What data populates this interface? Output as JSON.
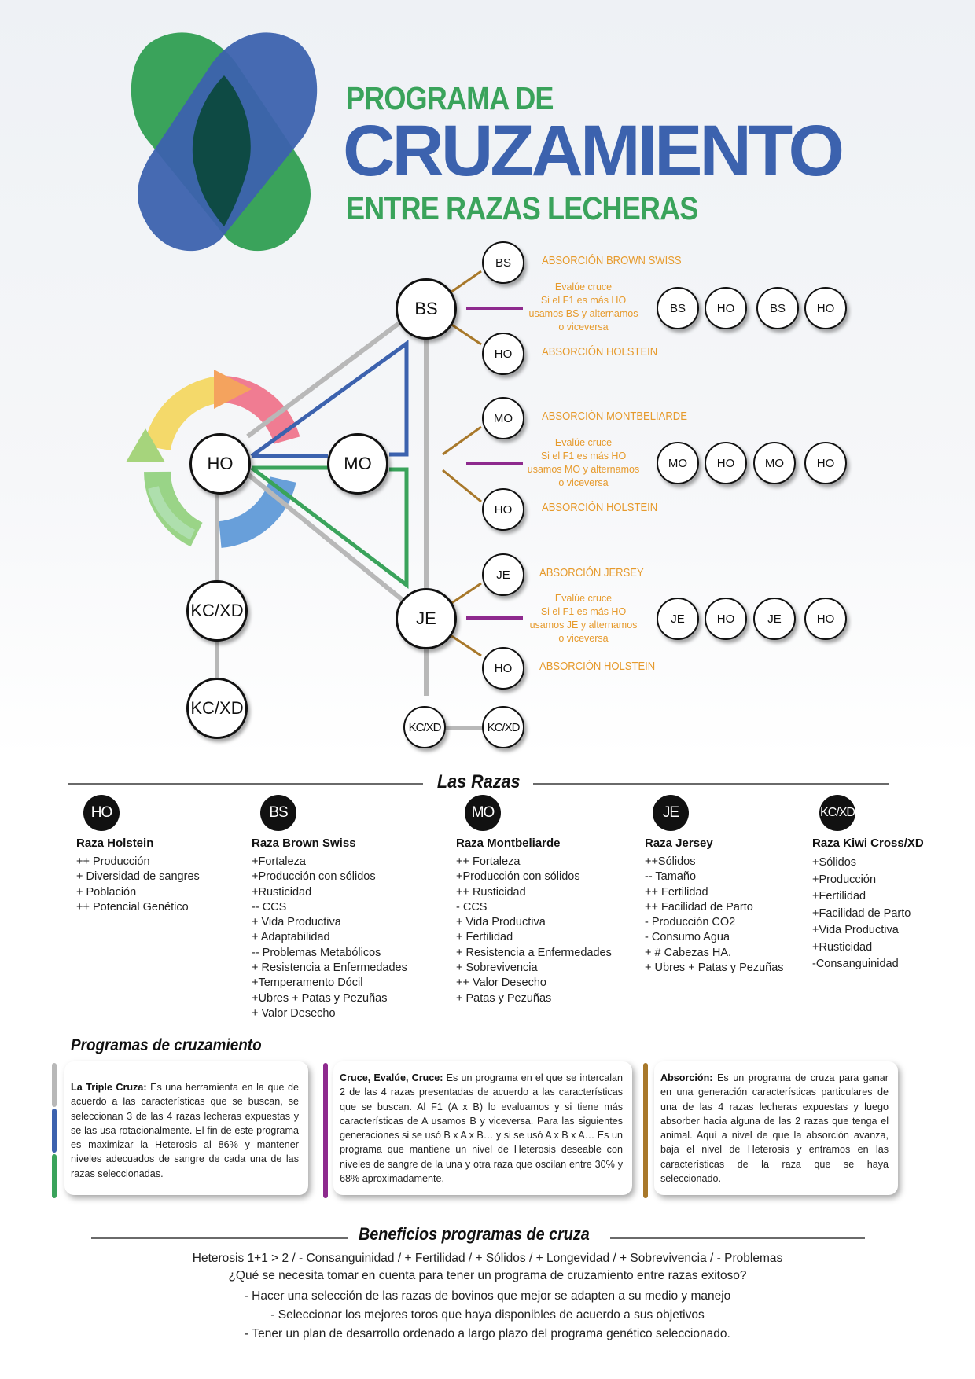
{
  "header": {
    "line1": "PROGRAMA DE",
    "line2": "CRUZAMIENTO",
    "line3": "ENTRE RAZAS LECHERAS"
  },
  "colors": {
    "green": "#3aa35b",
    "blue": "#3c62ae",
    "dark_teal": "#0e4a44",
    "purple": "#8e2a8e",
    "orange": "#e69a2c",
    "brown": "#a8782a",
    "gray": "#b8b8b8"
  },
  "diagram": {
    "center": {
      "ho": "HO",
      "mo": "MO",
      "bs": "BS",
      "je": "JE",
      "kc1": "KC/XD",
      "kc2": "KC/XD",
      "kc3": "KC/XD",
      "kc4": "KC/XD"
    },
    "rows": [
      {
        "key": "bs",
        "top_node": "BS",
        "top_label": "ABSORCIÓN BROWN SWISS",
        "bottom_node": "HO",
        "bottom_label": "ABSORCIÓN HOLSTEIN",
        "note": [
          "Evalúe cruce",
          "Si el F1 es más HO",
          "usamos BS y alternamos",
          "o viceversa"
        ],
        "sequence": [
          "BS",
          "HO",
          "BS",
          "HO"
        ]
      },
      {
        "key": "mo",
        "top_node": "MO",
        "top_label": "ABSORCIÓN MONTBELIARDE",
        "bottom_node": "HO",
        "bottom_label": "ABSORCIÓN HOLSTEIN",
        "note": [
          "Evalúe cruce",
          "Si el F1 es más HO",
          "usamos MO y alternamos",
          "o viceversa"
        ],
        "sequence": [
          "MO",
          "HO",
          "MO",
          "HO"
        ]
      },
      {
        "key": "je",
        "top_node": "JE",
        "top_label": "ABSORCIÓN JERSEY",
        "bottom_node": "HO",
        "bottom_label": "ABSORCIÓN HOLSTEIN",
        "note": [
          "Evalúe cruce",
          "Si el F1 es más HO",
          "usamos JE y alternamos",
          "o viceversa"
        ],
        "sequence": [
          "JE",
          "HO",
          "JE",
          "HO"
        ]
      }
    ]
  },
  "razas": {
    "title": "Las Razas",
    "breeds": [
      {
        "code": "HO",
        "name": "Raza Holstein",
        "traits": [
          "++ Producción",
          "+ Diversidad de sangres",
          "+ Población",
          "++ Potencial Genético"
        ]
      },
      {
        "code": "BS",
        "name": "Raza Brown Swiss",
        "traits": [
          "+Fortaleza",
          "+Producción con sólidos",
          "+Rusticidad",
          "-- CCS",
          "+ Vida Productiva",
          "+ Adaptabilidad",
          "-- Problemas Metabólicos",
          "+ Resistencia a Enfermedades",
          "+Temperamento Dócil",
          "+Ubres + Patas y Pezuñas",
          "+ Valor Desecho"
        ]
      },
      {
        "code": "MO",
        "name": "Raza Montbeliarde",
        "traits": [
          "++ Fortaleza",
          "+Producción con sólidos",
          "++ Rusticidad",
          "- CCS",
          "+ Vida Productiva",
          "+ Fertilidad",
          "+ Resistencia a Enfermedades",
          "+ Sobrevivencia",
          "++ Valor Desecho",
          "+ Patas y Pezuñas"
        ]
      },
      {
        "code": "JE",
        "name": "Raza Jersey",
        "traits": [
          "++Sólidos",
          "-- Tamaño",
          "++ Fertilidad",
          "++ Facilidad de Parto",
          "- Producción CO2",
          "- Consumo Agua",
          "+ # Cabezas HA.",
          "+ Ubres + Patas y Pezuñas"
        ]
      },
      {
        "code": "KC/XD",
        "name": "Raza Kiwi Cross/XD",
        "traits": [
          "+Sólidos",
          "+Producción",
          "+Fertilidad",
          "+Facilidad de Parto",
          "+Vida Productiva",
          "+Rusticidad",
          "-Consanguinidad"
        ]
      }
    ]
  },
  "programas": {
    "title": "Programas de cruzamiento",
    "cards": [
      {
        "term": "La Triple Cruza:",
        "text": "Es una herramienta en la que de acuerdo a las características que se buscan, se seleccionan 3 de las 4 razas lecheras expuestas y se las usa rotacionalmente. El fin de este programa es maximizar la Heterosis al 86% y mantener niveles adecuados de sangre de cada una de las razas seleccionadas."
      },
      {
        "term": "Cruce, Evalúe, Cruce:",
        "text": "Es un programa en el que se intercalan 2 de las 4 razas presentadas de acuerdo a las características que se buscan. Al F1 (A x B) lo evaluamos y si tiene más características de A usamos B y viceversa. Para las siguientes generaciones si se usó B x A x B… y si se usó A x B x A… Es un programa que mantiene un nivel de Heterosis deseable con niveles de sangre de la una y otra raza que oscilan entre 30% y 68% aproximadamente."
      },
      {
        "term": "Absorción:",
        "text": "Es un programa de cruza para ganar en una generación características particulares de una de las 4 razas lecheras expuestas y luego absorber hacia alguna de las 2 razas que tenga el animal. Aquí a nivel de que la absorción avanza, baja el nivel de Heterosis y entramos en las características de la raza que se haya seleccionado."
      }
    ]
  },
  "beneficios": {
    "title": "Beneficios programas de cruza",
    "summary": "Heterosis 1+1 > 2  / - Consanguinidad  / + Fertilidad / + Sólidos / + Longevidad / + Sobrevivencia / - Problemas",
    "question": "¿Qué se necesita tomar en cuenta para tener un programa de cruzamiento entre razas exitoso?",
    "items": [
      "- Hacer una selección de las razas de bovinos que mejor se adapten a su medio y manejo",
      "- Seleccionar los mejores toros que haya disponibles de acuerdo a sus objetivos",
      "- Tener un plan de desarrollo ordenado a largo plazo del programa genético seleccionado."
    ]
  }
}
